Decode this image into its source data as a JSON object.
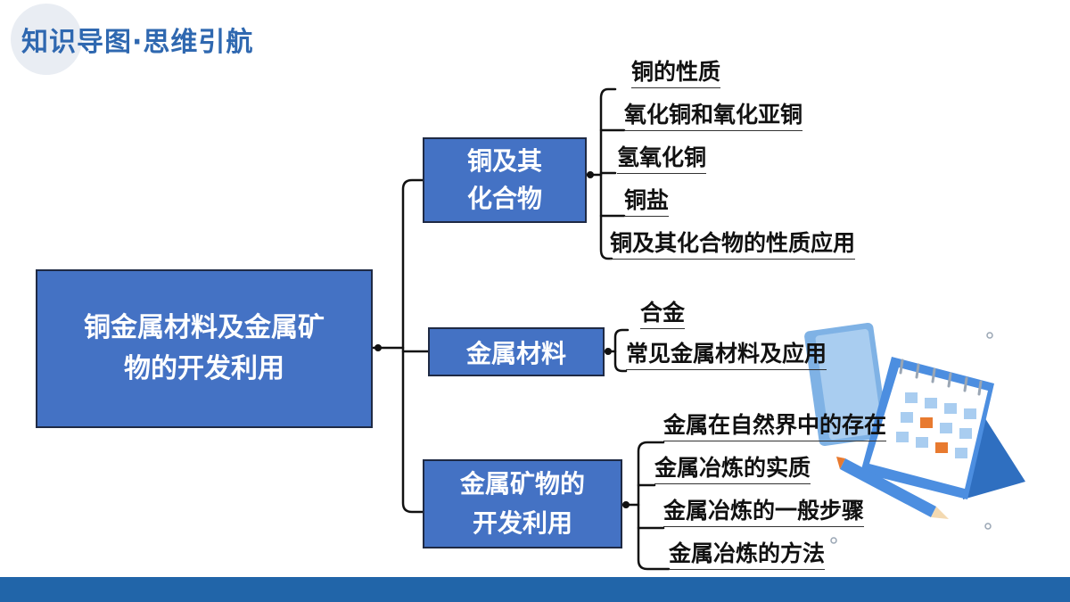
{
  "header": {
    "title": "知识导图·思维引航"
  },
  "mindmap": {
    "root": {
      "line1": "铜金属材料及金属矿",
      "line2": "物的开发利用"
    },
    "branches": [
      {
        "line1": "铜及其",
        "line2": "化合物",
        "leaves": [
          "铜的性质",
          "氧化铜和氧化亚铜",
          "氢氧化铜",
          "铜盐",
          "铜及其化合物的性质应用"
        ]
      },
      {
        "line1": "金属材料",
        "leaves": [
          "合金",
          "常见金属材料及应用"
        ]
      },
      {
        "line1": "金属矿物的",
        "line2": "开发利用",
        "leaves": [
          "金属在自然界中的存在",
          "金属冶炼的实质",
          "金属冶炼的一般步骤",
          "金属冶炼的方法"
        ]
      }
    ]
  },
  "colors": {
    "accent": "#4472c4",
    "title": "#2f68b0",
    "bar": "#2165a9"
  },
  "icons": [
    "notebook-icon",
    "calendar-icon",
    "pencil-icon"
  ]
}
